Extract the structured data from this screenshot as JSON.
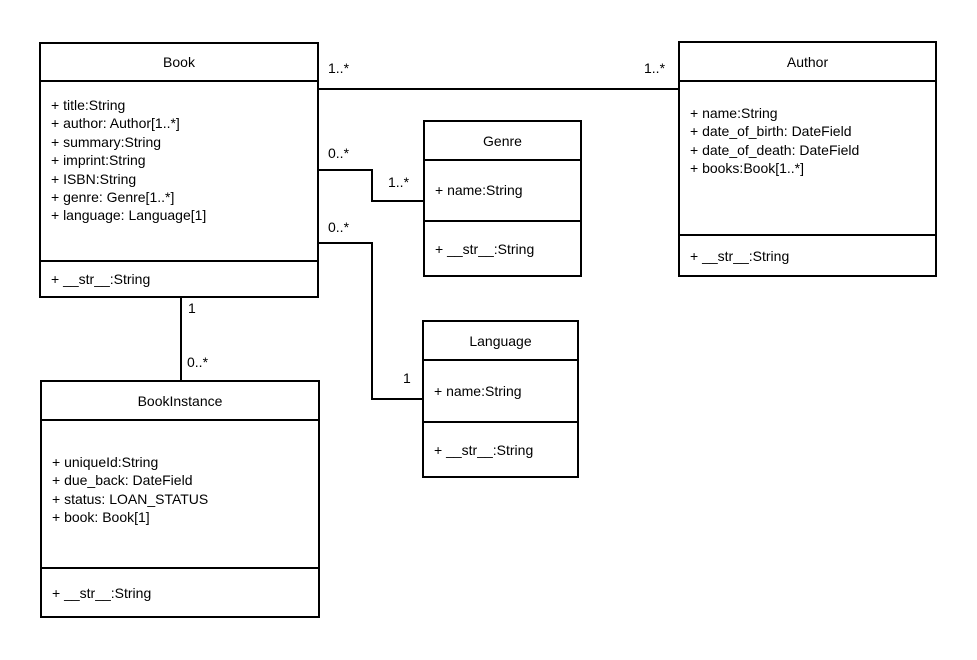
{
  "diagram_type": "uml-class-diagram",
  "colors": {
    "background": "#ffffff",
    "box_fill": "#ffffff",
    "line": "#000000",
    "text": "#000000"
  },
  "classes": [
    {
      "name": "Book",
      "attributes": [
        "+ title:String",
        "+ author: Author[1..*]",
        "+ summary:String",
        "+ imprint:String",
        "+ ISBN:String",
        "+ genre: Genre[1..*]",
        "+ language: Language[1]"
      ],
      "methods": [
        "+ __str__:String"
      ]
    },
    {
      "name": "Author",
      "attributes": [
        "+ name:String",
        "+ date_of_birth: DateField",
        "+ date_of_death: DateField",
        "+ books:Book[1..*]"
      ],
      "methods": [
        "+ __str__:String"
      ]
    },
    {
      "name": "Genre",
      "attributes": [
        "+ name:String"
      ],
      "methods": [
        "+ __str__:String"
      ]
    },
    {
      "name": "Language",
      "attributes": [
        "+ name:String"
      ],
      "methods": [
        "+ __str__:String"
      ]
    },
    {
      "name": "BookInstance",
      "attributes": [
        "+ uniqueId:String",
        "+ due_back: DateField",
        "+ status: LOAN_STATUS",
        "+ book: Book[1]"
      ],
      "methods": [
        "+ __str__:String"
      ]
    }
  ],
  "relationships": [
    {
      "from": "Book",
      "to": "Author",
      "from_label": "1..*",
      "to_label": "1..*"
    },
    {
      "from": "Book",
      "to": "Genre",
      "from_label": "0..*",
      "to_label": "1..*"
    },
    {
      "from": "Book",
      "to": "Language",
      "from_label": "0..*",
      "to_label": "1"
    },
    {
      "from": "Book",
      "to": "BookInstance",
      "from_label": "1",
      "to_label": "0..*"
    }
  ]
}
